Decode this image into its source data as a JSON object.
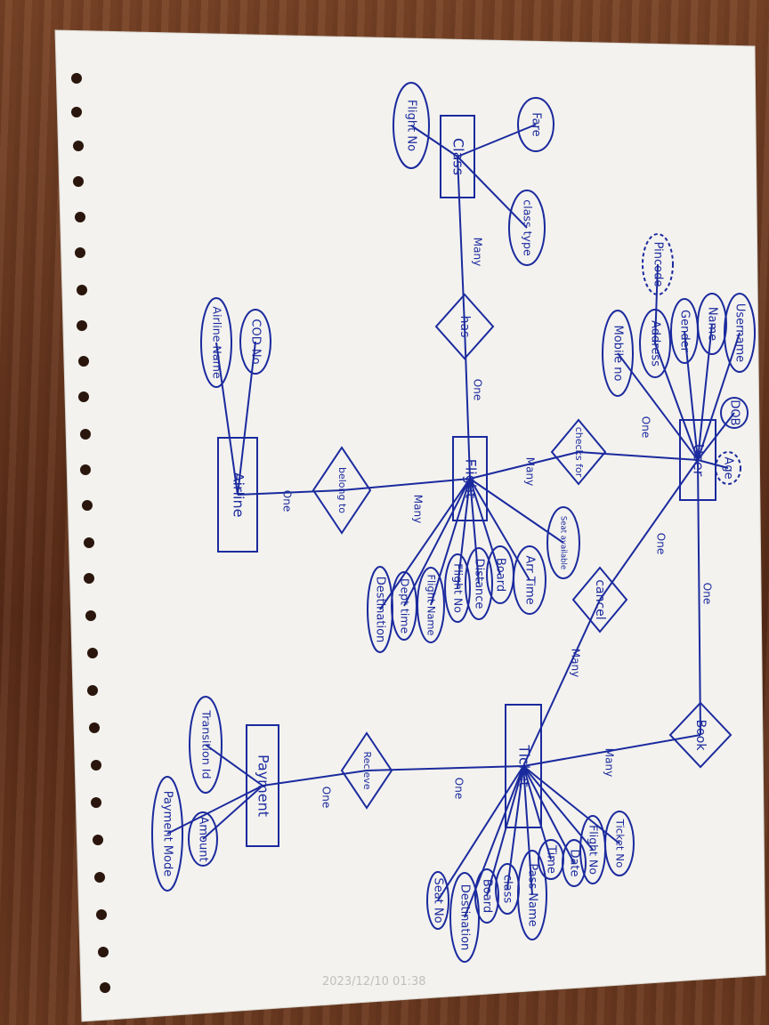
{
  "diagram": {
    "entities": [
      {
        "id": "class",
        "label": "Class"
      },
      {
        "id": "flight",
        "label": "Flight"
      },
      {
        "id": "airline",
        "label": "Airline"
      },
      {
        "id": "user",
        "label": "User"
      },
      {
        "id": "ticket",
        "label": "Ticket"
      },
      {
        "id": "payment",
        "label": "Payment"
      }
    ],
    "relationships": [
      {
        "id": "has",
        "label": "has"
      },
      {
        "id": "checks_for",
        "label": "checks for"
      },
      {
        "id": "belong_to",
        "label": "belong to"
      },
      {
        "id": "cancel",
        "label": "cancel"
      },
      {
        "id": "book",
        "label": "Book"
      },
      {
        "id": "receive",
        "label": "Recieve"
      }
    ],
    "attributes": [
      {
        "id": "a_fare",
        "label": "Fare"
      },
      {
        "id": "a_class_flightno",
        "label": "Flight No"
      },
      {
        "id": "a_classtype",
        "label": "class type"
      },
      {
        "id": "a_cod",
        "label": "COD No"
      },
      {
        "id": "a_airlinename",
        "label": "Airline Name"
      },
      {
        "id": "a_pincode",
        "label": "Pincode"
      },
      {
        "id": "a_username",
        "label": "Username"
      },
      {
        "id": "a_name",
        "label": "Name"
      },
      {
        "id": "a_gender",
        "label": "Gender"
      },
      {
        "id": "a_address",
        "label": "Address"
      },
      {
        "id": "a_mobile",
        "label": "Mobile no"
      },
      {
        "id": "a_dob",
        "label": "DOB"
      },
      {
        "id": "a_age",
        "label": "Age"
      },
      {
        "id": "a_seat",
        "label": "Seat available"
      },
      {
        "id": "a_arr",
        "label": "Arr Time"
      },
      {
        "id": "a_board",
        "label": "Board"
      },
      {
        "id": "a_distance",
        "label": "Distance"
      },
      {
        "id": "a_fl_no",
        "label": "Flight No"
      },
      {
        "id": "a_fl_name",
        "label": "Flight Name"
      },
      {
        "id": "a_dep",
        "label": "Dept time"
      },
      {
        "id": "a_dest",
        "label": "Destination"
      },
      {
        "id": "a_trans",
        "label": "Transition Id"
      },
      {
        "id": "a_paymode",
        "label": "Payment Mode"
      },
      {
        "id": "a_amount",
        "label": "Amount"
      },
      {
        "id": "a_ticketno",
        "label": "Ticket No"
      },
      {
        "id": "a_t_flightno",
        "label": "Flight No"
      },
      {
        "id": "a_t_date",
        "label": "Date"
      },
      {
        "id": "a_t_time",
        "label": "Time"
      },
      {
        "id": "a_t_pass",
        "label": "Pass Name"
      },
      {
        "id": "a_t_class",
        "label": "class"
      },
      {
        "id": "a_t_board",
        "label": "Board"
      },
      {
        "id": "a_t_dest",
        "label": "Destination"
      },
      {
        "id": "a_t_seat",
        "label": "Seat No"
      }
    ],
    "cardinalities": [
      {
        "id": "c_has_class",
        "label": "Many"
      },
      {
        "id": "c_has_flight",
        "label": "One"
      },
      {
        "id": "c_checks_flight",
        "label": "Many"
      },
      {
        "id": "c_checks_user",
        "label": "One"
      },
      {
        "id": "c_belong_flight",
        "label": "Many"
      },
      {
        "id": "c_belong_airline",
        "label": "One"
      },
      {
        "id": "c_cancel_user",
        "label": "One"
      },
      {
        "id": "c_cancel_ticket",
        "label": "Many"
      },
      {
        "id": "c_book_user",
        "label": "One"
      },
      {
        "id": "c_book_ticket",
        "label": "Many"
      },
      {
        "id": "c_recv_ticket",
        "label": "One"
      },
      {
        "id": "c_recv_payment",
        "label": "One"
      }
    ]
  },
  "timestamp": "2023/12/10 01:38"
}
